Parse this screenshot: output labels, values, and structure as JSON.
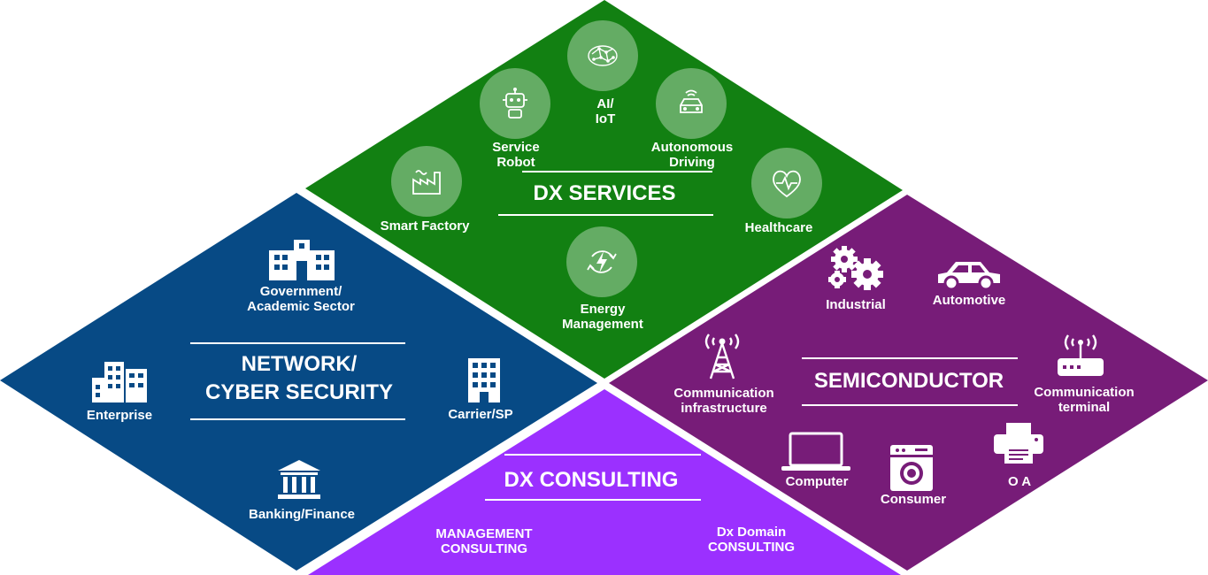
{
  "colors": {
    "dx_services": "#128012",
    "network": "#074a85",
    "semiconductor": "#771c78",
    "consulting": "#9b30ff"
  },
  "dx_services": {
    "title": "DX SERVICES",
    "items": {
      "ai_iot": "AI/\nIoT",
      "service_robot": "Service\nRobot",
      "autonomous_driving": "Autonomous\nDriving",
      "smart_factory": "Smart Factory",
      "healthcare": "Healthcare",
      "energy_management": "Energy\nManagement"
    }
  },
  "network": {
    "title": "NETWORK/\nCYBER SECURITY",
    "items": {
      "government": "Government/\nAcademic Sector",
      "enterprise": "Enterprise",
      "carrier": "Carrier/SP",
      "banking": "Banking/Finance"
    }
  },
  "semiconductor": {
    "title": "SEMICONDUCTOR",
    "items": {
      "industrial": "Industrial",
      "automotive": "Automotive",
      "comm_infra": "Communication\ninfrastructure",
      "comm_terminal": "Communication\nterminal",
      "computer": "Computer",
      "consumer": "Consumer",
      "oa": "O A"
    }
  },
  "consulting": {
    "title": "DX CONSULTING",
    "items": {
      "management": "MANAGEMENT\nCONSULTING",
      "domain": "Dx Domain\nCONSULTING"
    }
  }
}
